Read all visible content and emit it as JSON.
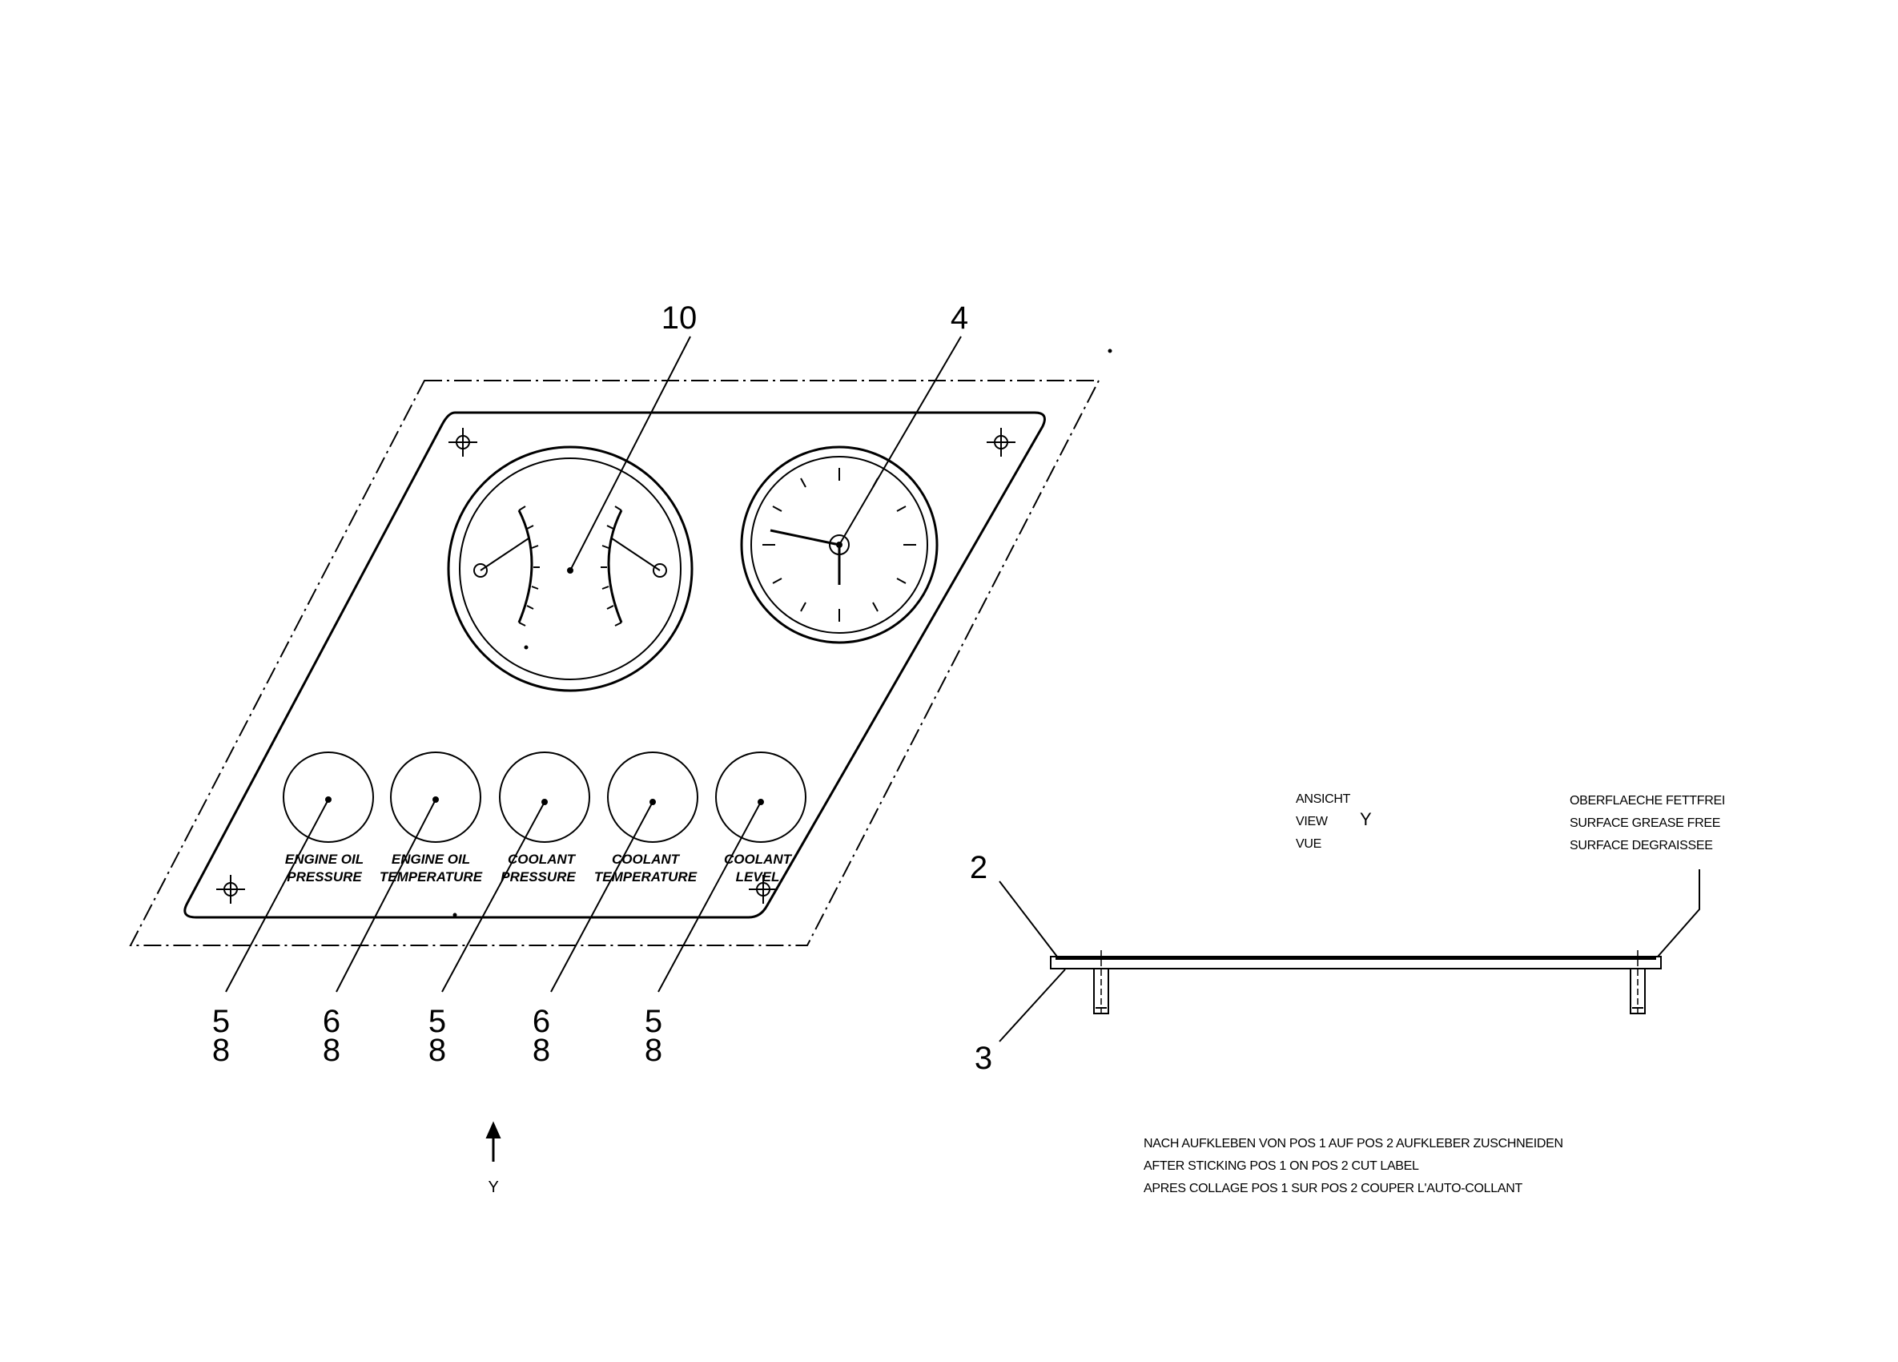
{
  "callouts": {
    "dial_large": "10",
    "dial_clock": "4",
    "below": [
      {
        "top": "5",
        "bottom": "8"
      },
      {
        "top": "6",
        "bottom": "8"
      },
      {
        "top": "5",
        "bottom": "8"
      },
      {
        "top": "6",
        "bottom": "8"
      },
      {
        "top": "5",
        "bottom": "8"
      }
    ],
    "side_top": "2",
    "side_bottom": "3"
  },
  "gauges": [
    {
      "line1": "ENGINE OIL",
      "line2": "PRESSURE"
    },
    {
      "line1": "ENGINE OIL",
      "line2": "TEMPERATURE"
    },
    {
      "line1": "COOLANT",
      "line2": "PRESSURE"
    },
    {
      "line1": "COOLANT",
      "line2": "TEMPERATURE"
    },
    {
      "line1": "COOLANT",
      "line2": "LEVEL"
    }
  ],
  "view_arrow_label": "Y",
  "view_label": {
    "de": "ANSICHT",
    "en": "VIEW",
    "fr": "VUE",
    "letter": "Y"
  },
  "surface_note": [
    "OBERFLAECHE FETTFREI",
    "SURFACE GREASE FREE",
    "SURFACE DEGRAISSEE"
  ],
  "cut_note": [
    "NACH AUFKLEBEN VON POS 1 AUF POS 2 AUFKLEBER ZUSCHNEIDEN",
    "AFTER STICKING POS 1 ON POS 2 CUT LABEL",
    "APRES COLLAGE POS 1 SUR POS 2 COUPER L'AUTO-COLLANT"
  ]
}
